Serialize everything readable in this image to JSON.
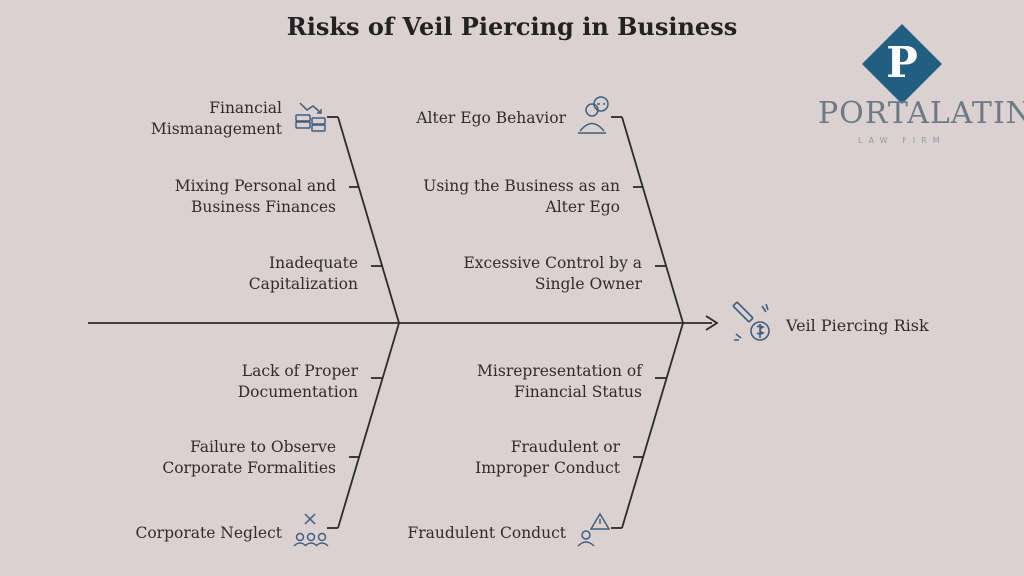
{
  "title": "Risks of Veil Piercing in Business",
  "logo": {
    "letter": "P",
    "word": "PORTALATIN",
    "sub": "LAW FIRM"
  },
  "effect": {
    "label": "Veil Piercing Risk",
    "icon": "money-dagger-icon"
  },
  "branches": {
    "top_left": {
      "head": {
        "label": "Financial Mismanagement",
        "icon": "money-stack-icon"
      },
      "causes": [
        "Mixing Personal and Business Finances",
        "Inadequate Capitalization"
      ]
    },
    "top_right": {
      "head": {
        "label": "Alter Ego Behavior",
        "icon": "person-mask-icon"
      },
      "causes": [
        "Using the Business as an Alter Ego",
        "Excessive Control by a Single Owner"
      ]
    },
    "bottom_left": {
      "head": {
        "label": "Corporate Neglect",
        "icon": "group-neglect-icon"
      },
      "causes": [
        "Lack of Proper Documentation",
        "Failure to Observe Corporate Formalities"
      ]
    },
    "bottom_right": {
      "head": {
        "label": "Fraudulent Conduct",
        "icon": "warning-person-icon"
      },
      "causes": [
        "Misrepresentation of Financial Status",
        "Fraudulent or Improper Conduct"
      ]
    }
  },
  "colors": {
    "line": "#2b2b2b",
    "icon": "#3f5f7f",
    "logo": "#215f82",
    "background": "#dcd1d1"
  }
}
